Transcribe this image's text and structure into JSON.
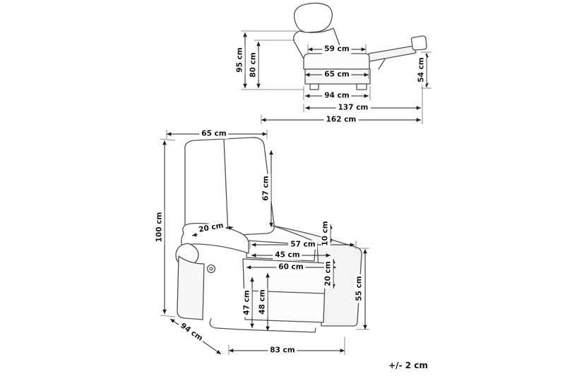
{
  "diagram": {
    "tolerance": "+/- 2 cm",
    "side_view": {
      "total_height": "95 cm",
      "back_height": "80 cm",
      "backrest_width": "59 cm",
      "seat_depth": "65 cm",
      "footrest_height": "54 cm",
      "base_depth": "94 cm",
      "reclined_depth": "137 cm",
      "total_length": "162 cm"
    },
    "front_view": {
      "top_width": "65 cm",
      "total_height": "100 cm",
      "backrest_height": "67 cm",
      "armrest_width": "20 cm",
      "seat_front_width": "57 cm",
      "armrest_thickness": "10 cm",
      "seat_width": "45 cm",
      "footrest_width": "60 cm",
      "cushion_thickness": "20 cm",
      "seat_height": "47 cm",
      "footrest_panel_height": "48 cm",
      "armrest_height": "55 cm",
      "depth": "94 cm",
      "base_width": "83 cm"
    }
  }
}
